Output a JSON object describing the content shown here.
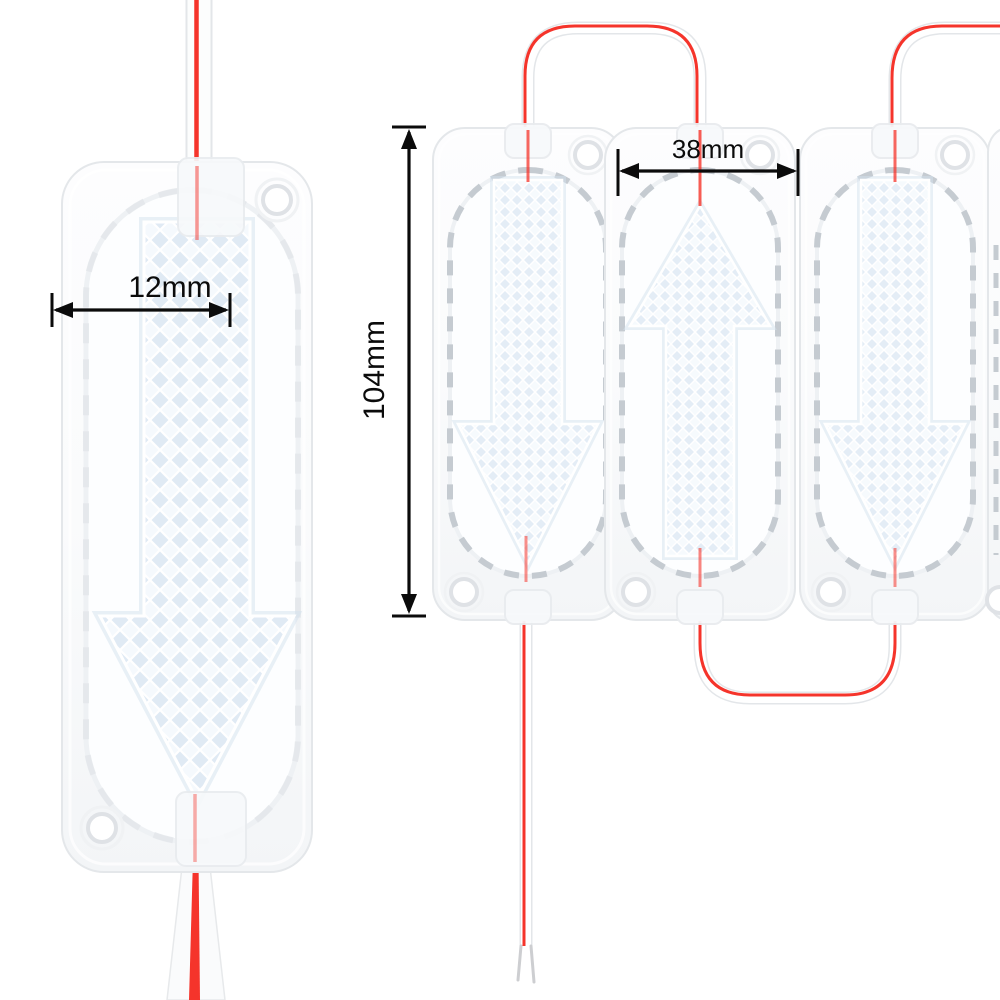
{
  "scene": {
    "kind": "led-module-product-photo",
    "background_color": "#ffffff",
    "dimension_labels": {
      "arrow_shaft_width": "12mm",
      "module_height": "104mm",
      "module_width": "38mm"
    },
    "colors": {
      "dimension_line": "#0b0b0b",
      "wire_red_stripe": "#f5342b",
      "wire_sheath": "#fbfcfd",
      "module_body": "#fbfcfd",
      "lens_tint": "#e4edf6",
      "dash_marks": "#c2c8cf"
    },
    "objects": {
      "closeup_module": {
        "arrow_direction": "down"
      },
      "module_strip": [
        {
          "arrow_direction": "down"
        },
        {
          "arrow_direction": "up"
        },
        {
          "arrow_direction": "down"
        },
        {
          "arrow_direction": "partial"
        }
      ]
    }
  }
}
